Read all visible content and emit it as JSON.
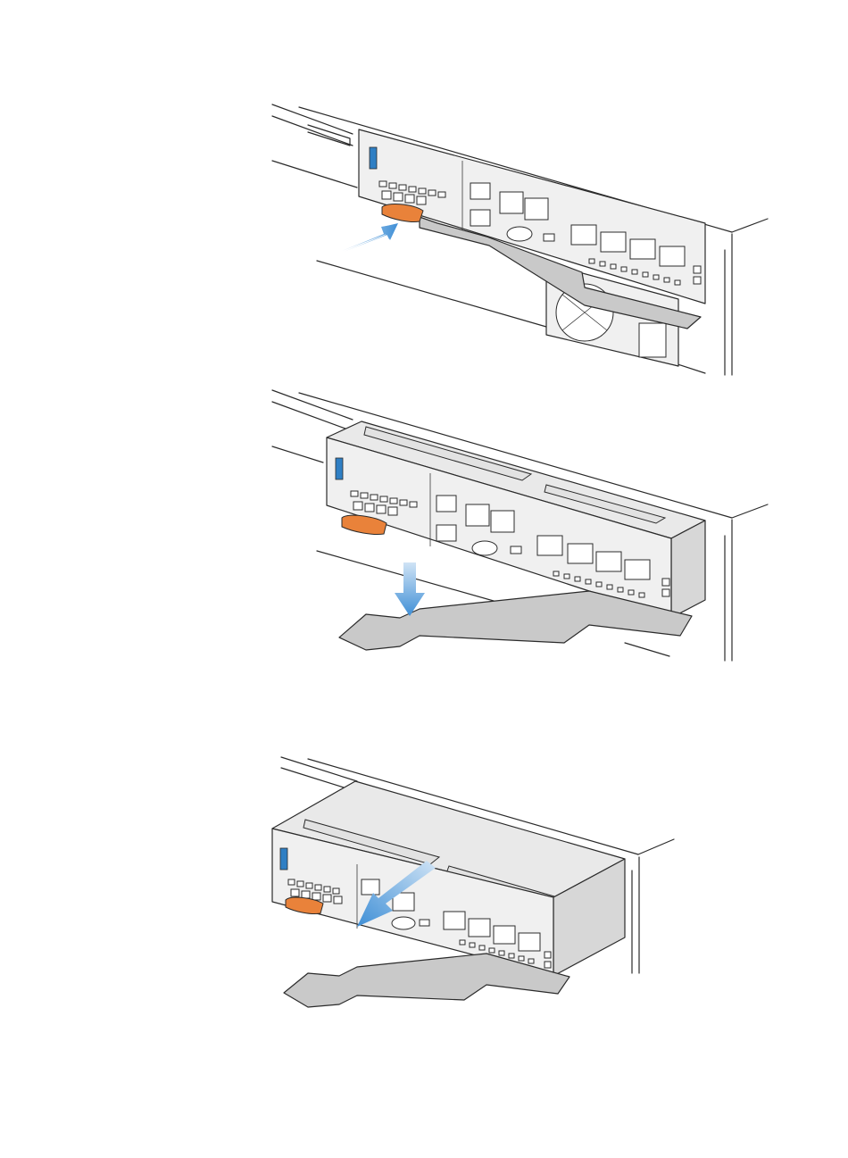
{
  "figure": {
    "steps": [
      {
        "id": 1,
        "arrow_direction": "push-latch"
      },
      {
        "id": 2,
        "arrow_direction": "lever-down"
      },
      {
        "id": 3,
        "arrow_direction": "pull-out"
      }
    ]
  },
  "colors": {
    "latch": "#e9823a",
    "arrow": "#3f8fd6",
    "panel": "#f0f0f0",
    "lever": "#c9c9c9",
    "outline": "#2b2b2b",
    "led": "#2f7fc4"
  }
}
